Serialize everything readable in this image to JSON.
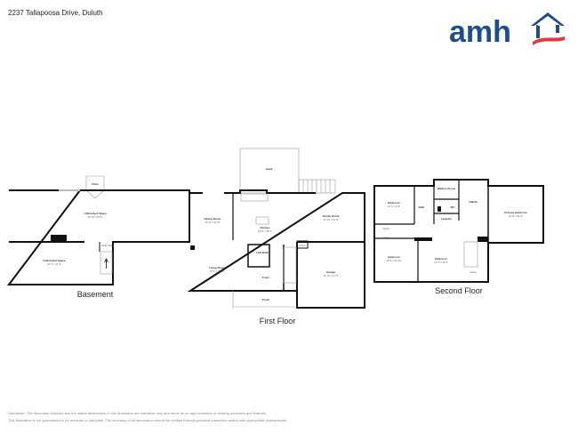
{
  "header": {
    "address": "2237 Tallapoosa Drive, Duluth"
  },
  "logo": {
    "text": "amh",
    "brand_color": "#1f4e8c",
    "accent_color": "#e03a3e"
  },
  "floors": {
    "basement": {
      "label": "Basement",
      "rooms": [
        {
          "name": "Patio"
        },
        {
          "name": "Unfinished Space",
          "dims": "40' 10\" x 15' 9\""
        },
        {
          "name": "Unfinished Space",
          "dims": "24' 3\" x 11' 3\""
        },
        {
          "name": "Under Stairs"
        }
      ]
    },
    "first": {
      "label": "First Floor",
      "rooms": [
        {
          "name": "Deck"
        },
        {
          "name": "Dining Room",
          "dims": "13' 10\" x 10' 8\""
        },
        {
          "name": "Kitchen",
          "dims": "18' 8\" x 13' 7\""
        },
        {
          "name": "Family Room",
          "dims": "17' 10\" x 12' 8\""
        },
        {
          "name": "Half Bath"
        },
        {
          "name": "Closet"
        },
        {
          "name": "Living Room",
          "dims": "15' 2\" x 11' 10\""
        },
        {
          "name": "Foyer"
        },
        {
          "name": "Garage",
          "dims": "17' 10\" x 17' 3\""
        },
        {
          "name": "Porch"
        }
      ]
    },
    "second": {
      "label": "Second Floor",
      "rooms": [
        {
          "name": "Bedroom",
          "dims": "12' 4\" x 9' 8\""
        },
        {
          "name": "Bath"
        },
        {
          "name": "Walk-in Closet"
        },
        {
          "name": "WC"
        },
        {
          "name": "P.Bath"
        },
        {
          "name": "Laundry"
        },
        {
          "name": "Primary Bedroom",
          "dims": "15' 8\" x 14' 6\""
        },
        {
          "name": "Closet"
        },
        {
          "name": "Closet"
        },
        {
          "name": "Bedroom",
          "dims": "11' 9\" x 11' 10\""
        },
        {
          "name": "Bedroom",
          "dims": "13' 9\" x 10' 8\""
        },
        {
          "name": "Closet"
        }
      ]
    }
  },
  "disclaimer": {
    "line1": "Disclaimer: The floorplans depicted and the stated dimensions in this illustration are indicative only and serve as an approximation of existing accesses and features.",
    "line2": "This illustration is not guaranteed to be accurate or complete. The accuracy of all information should be verified through personal inspection and/or with appropriate professionals."
  }
}
